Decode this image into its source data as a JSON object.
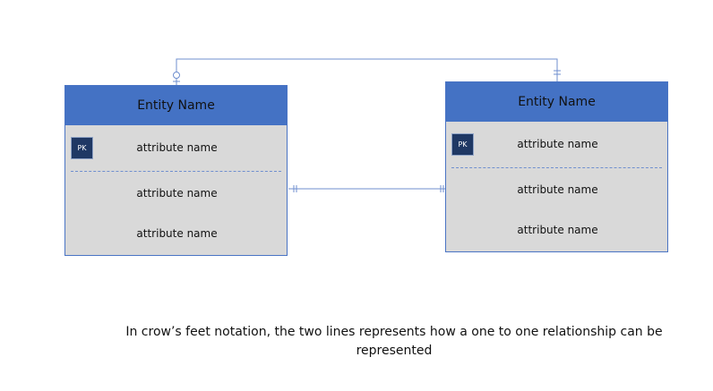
{
  "entities": [
    {
      "title": "Entity Name",
      "pk_label": "PK",
      "attributes": [
        "attribute name",
        "attribute name",
        "attribute name"
      ]
    },
    {
      "title": "Entity Name",
      "pk_label": "PK",
      "attributes": [
        "attribute name",
        "attribute name",
        "attribute name"
      ]
    }
  ],
  "caption": "In crow’s feet notation, the two lines represents how a one to one relationship can be represented",
  "colors": {
    "header": "#4472c4",
    "body": "#d9d9d9",
    "pk_box": "#1f3864",
    "line": "#6f8fcf"
  }
}
